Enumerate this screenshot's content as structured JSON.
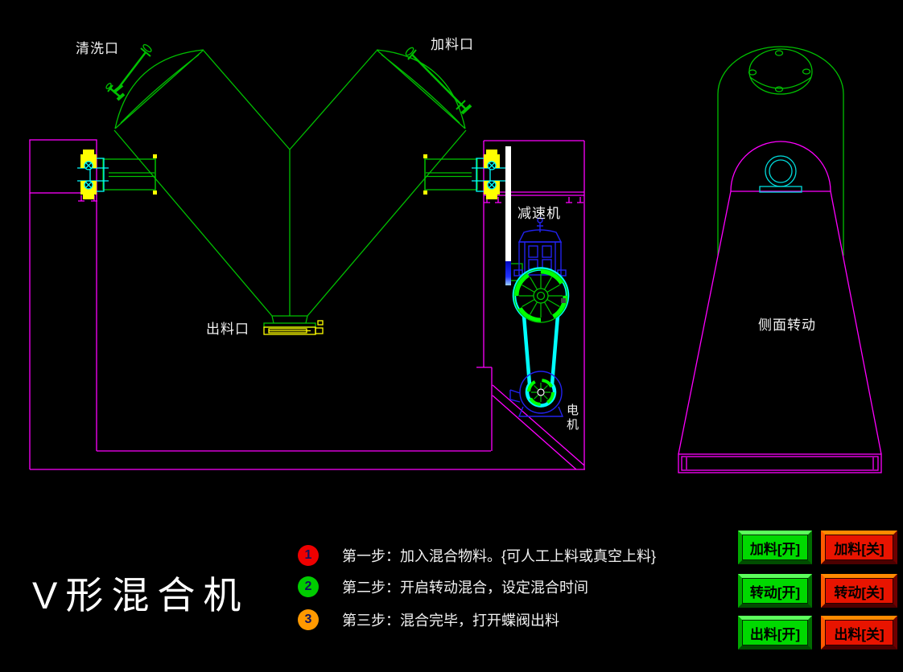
{
  "title": "V形混合机",
  "drawing": {
    "labels": {
      "clean_port": "清洗口",
      "feed_port": "加料口",
      "discharge_port": "出料口",
      "reducer": "减速机",
      "motor": "电机",
      "side_rotation": "侧面转动"
    }
  },
  "steps": [
    {
      "num": "1",
      "color": "#ee0000",
      "text": "第一步：加入混合物料。{可人工上料或真空上料}"
    },
    {
      "num": "2",
      "color": "#00cc00",
      "text": "第二步：开启转动混合，设定混合时间"
    },
    {
      "num": "3",
      "color": "#ff9900",
      "text": "第三步：混合完毕，打开蝶阀出料"
    }
  ],
  "buttons": [
    {
      "label": "加料[开]",
      "state": "on"
    },
    {
      "label": "加料[关]",
      "state": "off"
    },
    {
      "label": "转动[开]",
      "state": "on"
    },
    {
      "label": "转动[关]",
      "state": "off"
    },
    {
      "label": "出料[开]",
      "state": "on"
    },
    {
      "label": "出料[关]",
      "state": "off"
    }
  ],
  "colors": {
    "background": "#000000",
    "line_green": "#00c000",
    "highlight_green": "#00ff00",
    "frame_magenta": "#ff00ff",
    "cyan": "#00ffff",
    "yellow": "#ffff00",
    "blue": "#2222ee",
    "text_white": "#f2f2f2",
    "button_on": "#00d900",
    "button_off": "#e81400"
  }
}
